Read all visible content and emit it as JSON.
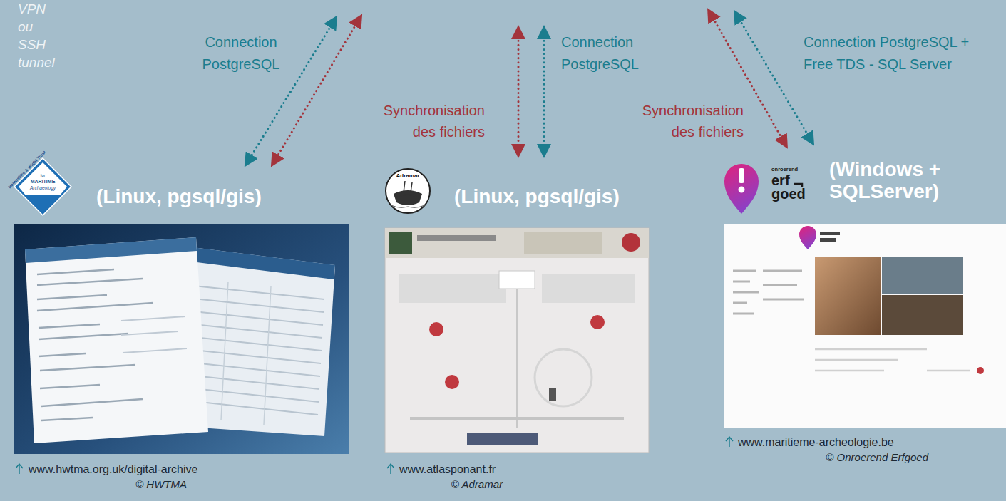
{
  "diagram": {
    "nodes": [
      {
        "text": [
          "(Linux, pgsql/gis)",
          "www.hwtma.org.uk/digital-archive",
          "© HWTMA"
        ]
      },
      {
        "text": [
          "(Linux, pgsql/gis)",
          "www.atlasponant.fr",
          "© Adramar"
        ]
      },
      {
        "text": [
          "(Windows + SQLServer)",
          "www.maritieme-archeologie.be",
          "© Onroerend Erfgoed"
        ]
      }
    ],
    "labels": [
      "VPN ou SSH tunnel",
      "Connection PostgreSQL",
      "Synchronisation des fichiers",
      "Connection PostgreSQL",
      "Synchronisation des fichiers",
      "Connection PostgreSQL + Free TDS - SQL Server",
      "Hampshire & Wight Trust",
      "for",
      "MARITIME",
      "Archaeology",
      "Adramar",
      "onroerend",
      "erf",
      "goed"
    ]
  }
}
